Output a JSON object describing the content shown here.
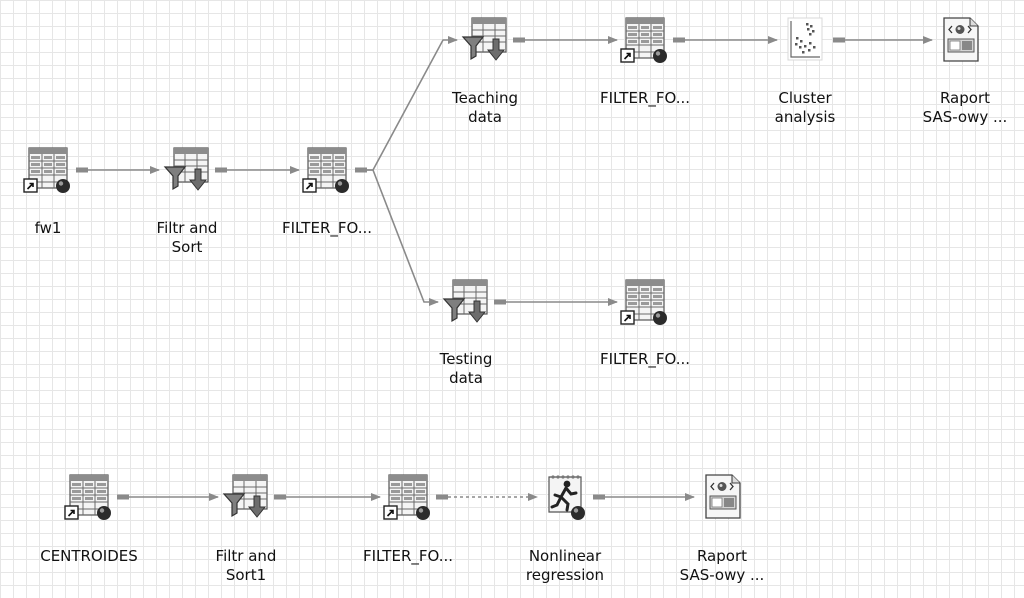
{
  "flow": {
    "nodes": [
      {
        "id": "fw1",
        "type": "table",
        "label": "fw1"
      },
      {
        "id": "filter_sort_1",
        "type": "query",
        "label": "Filtr and\nSort"
      },
      {
        "id": "filter_fo_1",
        "type": "table",
        "label": "FILTER_FO..."
      },
      {
        "id": "teaching",
        "type": "query",
        "label": "Teaching\ndata"
      },
      {
        "id": "filter_fo_2",
        "type": "table",
        "label": "FILTER_FO..."
      },
      {
        "id": "cluster",
        "type": "scatter",
        "label": "Cluster\nanalysis"
      },
      {
        "id": "raport_1",
        "type": "report",
        "label": "Raport\nSAS-owy ..."
      },
      {
        "id": "testing",
        "type": "query",
        "label": "Testing\ndata"
      },
      {
        "id": "filter_fo_3",
        "type": "table",
        "label": "FILTER_FO..."
      },
      {
        "id": "centroides",
        "type": "table",
        "label": "CENTROIDES"
      },
      {
        "id": "filter_sort_2",
        "type": "query",
        "label": "Filtr and\nSort1"
      },
      {
        "id": "filter_fo_4",
        "type": "table",
        "label": "FILTER_FO..."
      },
      {
        "id": "nonlinear",
        "type": "program",
        "label": "Nonlinear\nregression"
      },
      {
        "id": "raport_2",
        "type": "report",
        "label": "Raport\nSAS-owy ..."
      }
    ],
    "links": [
      {
        "from": "fw1",
        "to": "filter_sort_1",
        "style": "solid"
      },
      {
        "from": "filter_sort_1",
        "to": "filter_fo_1",
        "style": "solid"
      },
      {
        "from": "filter_fo_1",
        "to": "teaching",
        "style": "solid"
      },
      {
        "from": "filter_fo_1",
        "to": "testing",
        "style": "solid"
      },
      {
        "from": "teaching",
        "to": "filter_fo_2",
        "style": "solid"
      },
      {
        "from": "filter_fo_2",
        "to": "cluster",
        "style": "solid"
      },
      {
        "from": "cluster",
        "to": "raport_1",
        "style": "solid"
      },
      {
        "from": "testing",
        "to": "filter_fo_3",
        "style": "solid"
      },
      {
        "from": "centroides",
        "to": "filter_sort_2",
        "style": "solid"
      },
      {
        "from": "filter_sort_2",
        "to": "filter_fo_4",
        "style": "solid"
      },
      {
        "from": "filter_fo_4",
        "to": "nonlinear",
        "style": "dashed"
      },
      {
        "from": "nonlinear",
        "to": "raport_2",
        "style": "solid"
      }
    ]
  }
}
